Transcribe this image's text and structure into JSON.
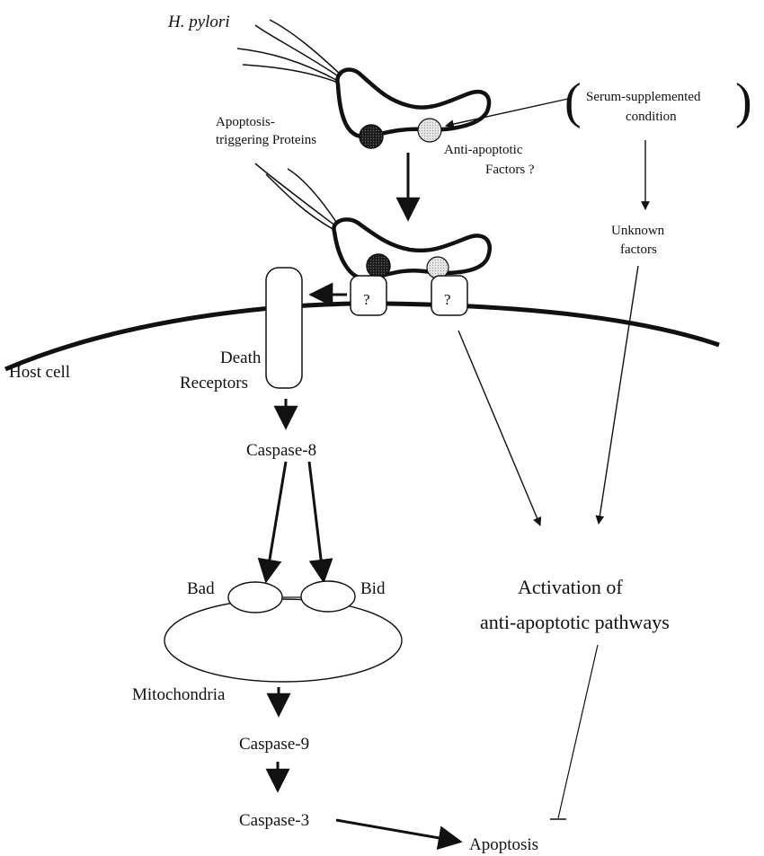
{
  "diagram": {
    "labels": {
      "h_pylori": "H. pylori",
      "apoptosis_triggering_1": "Apoptosis-",
      "apoptosis_triggering_2": "triggering Proteins",
      "anti_apoptotic_1": "Anti-apoptotic",
      "anti_apoptotic_2": "Factors ?",
      "serum_1": "Serum-supplemented",
      "serum_2": "condition",
      "paren_open": "(",
      "paren_close": ")",
      "unknown_1": "Unknown",
      "unknown_2": "factors",
      "host_cell": "Host cell",
      "death_receptors_1": "Death",
      "death_receptors_2": "Receptors",
      "receptor_q1": "?",
      "receptor_q2": "?",
      "caspase8": "Caspase-8",
      "bad": "Bad",
      "bid": "Bid",
      "mitochondria": "Mitochondria",
      "caspase9": "Caspase-9",
      "caspase3": "Caspase-3",
      "activation_1": "Activation of",
      "activation_2": "anti-apoptotic pathways",
      "apoptosis": "Apoptosis"
    },
    "colors": {
      "ink": "#111111",
      "dark_protein": "#222222",
      "light_protein": "#d8d8d8",
      "background": "#ffffff"
    }
  }
}
